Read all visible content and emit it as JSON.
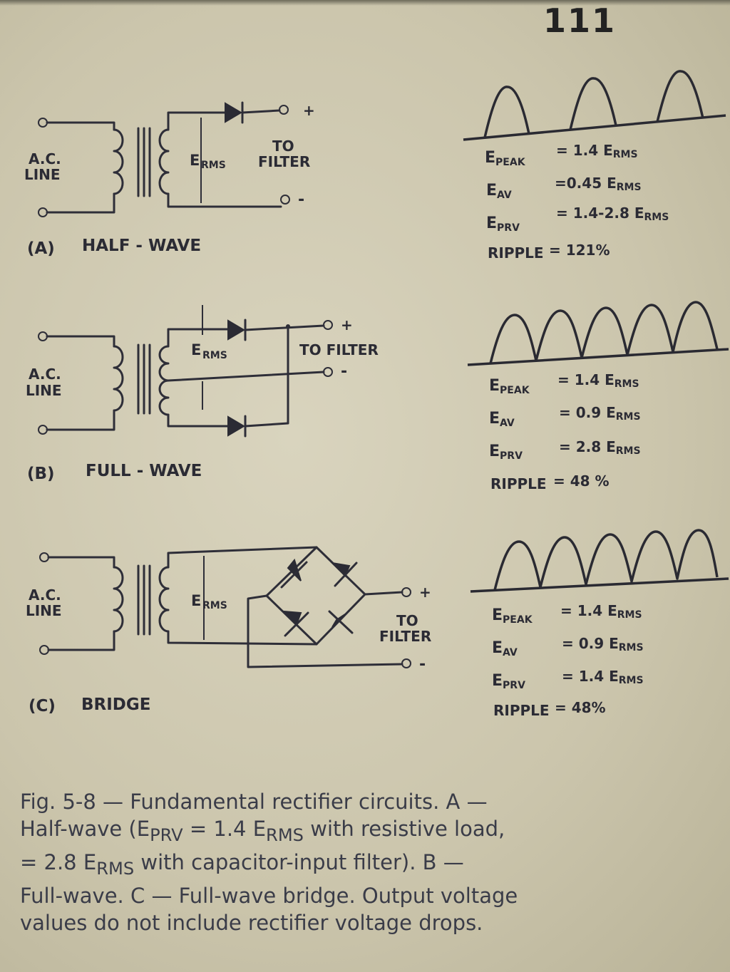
{
  "page_number": "111",
  "labels": {
    "ac_line_1": "A.C.",
    "ac_line_2": "LINE",
    "erms": "E",
    "erms_sub": "RMS",
    "to": "TO",
    "filter": "FILTER",
    "to_filter": "TO FILTER",
    "plus": "+",
    "minus": "-"
  },
  "circuits": [
    {
      "tag": "(A)",
      "name": "HALF - WAVE",
      "specs": [
        {
          "sym": "E",
          "sub": "PEAK",
          "value": "= 1.4 E",
          "value_sub": "RMS"
        },
        {
          "sym": "E",
          "sub": "AV",
          "value": "=0.45 E",
          "value_sub": "RMS"
        },
        {
          "sym": "E",
          "sub": "PRV",
          "value": "= 1.4-2.8 E",
          "value_sub": "RMS"
        },
        {
          "sym": "RIPPLE",
          "sub": "",
          "value": "= 121%",
          "value_sub": ""
        }
      ]
    },
    {
      "tag": "(B)",
      "name": "FULL - WAVE",
      "specs": [
        {
          "sym": "E",
          "sub": "PEAK",
          "value": "= 1.4 E",
          "value_sub": "RMS"
        },
        {
          "sym": "E",
          "sub": "AV",
          "value": "= 0.9 E",
          "value_sub": "RMS"
        },
        {
          "sym": "E",
          "sub": "PRV",
          "value": "= 2.8 E",
          "value_sub": "RMS"
        },
        {
          "sym": "RIPPLE",
          "sub": "",
          "value": "= 48 %",
          "value_sub": ""
        }
      ]
    },
    {
      "tag": "(C)",
      "name": "BRIDGE",
      "specs": [
        {
          "sym": "E",
          "sub": "PEAK",
          "value": "= 1.4 E",
          "value_sub": "RMS"
        },
        {
          "sym": "E",
          "sub": "AV",
          "value": "= 0.9 E",
          "value_sub": "RMS"
        },
        {
          "sym": "E",
          "sub": "PRV",
          "value": "= 1.4 E",
          "value_sub": "RMS"
        },
        {
          "sym": "RIPPLE",
          "sub": "",
          "value": "= 48%",
          "value_sub": ""
        }
      ]
    }
  ],
  "caption": {
    "line1": "Fig. 5-8 — Fundamental rectifier circuits. A —",
    "line2_a": "Half-wave (E",
    "line2_sub1": "PRV",
    "line2_b": " = 1.4 E",
    "line2_sub2": "RMS",
    "line2_c": " with resistive load,",
    "line3_a": "= 2.8 E",
    "line3_sub": "RMS",
    "line3_b": " with capacitor-input filter). B —",
    "line4": "Full-wave. C — Full-wave bridge. Output voltage",
    "line5": "values do not include rectifier voltage drops."
  },
  "colors": {
    "paper": "#d6d1ba",
    "ink": "#2b2b34"
  }
}
